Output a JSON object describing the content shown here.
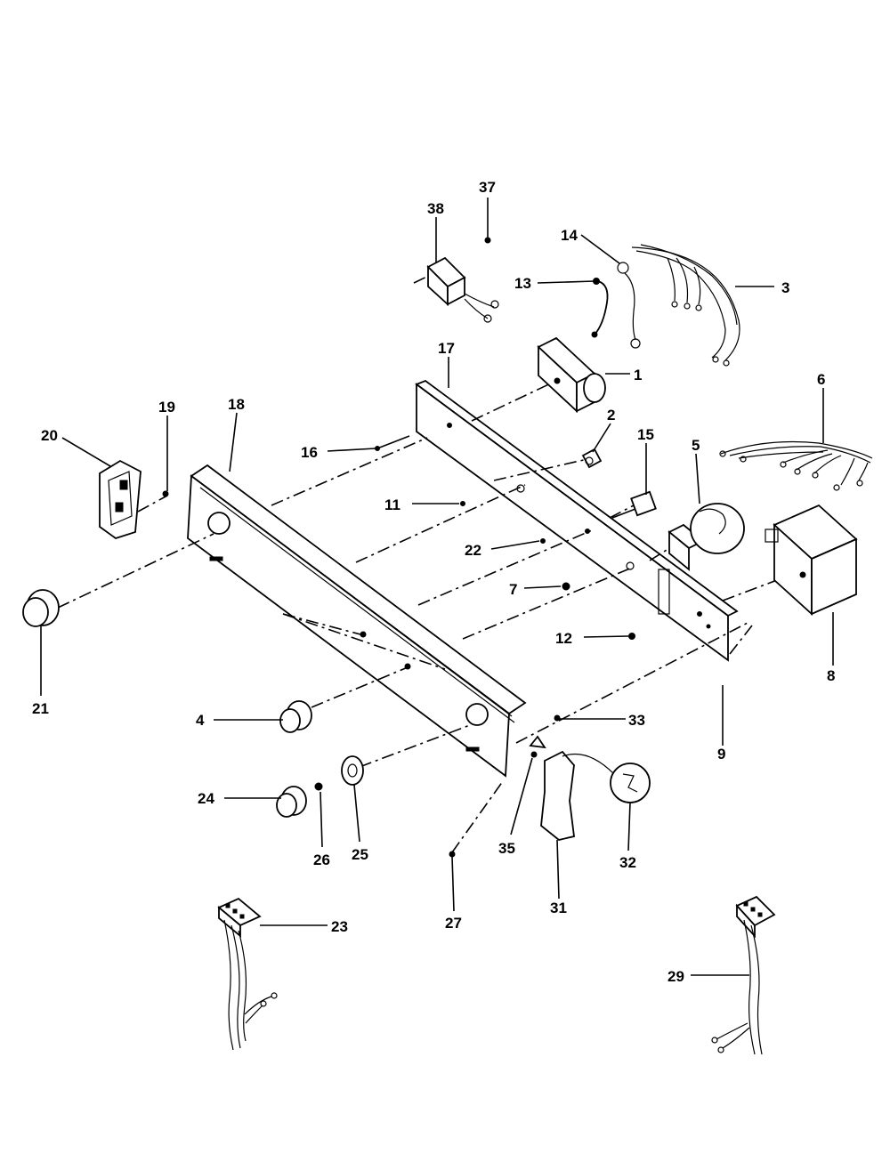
{
  "diagram": {
    "callouts": [
      {
        "id": "c37",
        "text": "37"
      },
      {
        "id": "c38",
        "text": "38"
      },
      {
        "id": "c14",
        "text": "14"
      },
      {
        "id": "c13",
        "text": "13"
      },
      {
        "id": "c3",
        "text": "3"
      },
      {
        "id": "c17",
        "text": "17"
      },
      {
        "id": "c1",
        "text": "1"
      },
      {
        "id": "c6",
        "text": "6"
      },
      {
        "id": "c19",
        "text": "19"
      },
      {
        "id": "c18",
        "text": "18"
      },
      {
        "id": "c2",
        "text": "2"
      },
      {
        "id": "c20",
        "text": "20"
      },
      {
        "id": "c16",
        "text": "16"
      },
      {
        "id": "c15",
        "text": "15"
      },
      {
        "id": "c5",
        "text": "5"
      },
      {
        "id": "c11",
        "text": "11"
      },
      {
        "id": "c22",
        "text": "22"
      },
      {
        "id": "c7",
        "text": "7"
      },
      {
        "id": "c12",
        "text": "12"
      },
      {
        "id": "c8",
        "text": "8"
      },
      {
        "id": "c21",
        "text": "21"
      },
      {
        "id": "c4",
        "text": "4"
      },
      {
        "id": "c33",
        "text": "33"
      },
      {
        "id": "c9",
        "text": "9"
      },
      {
        "id": "c24",
        "text": "24"
      },
      {
        "id": "c26",
        "text": "26"
      },
      {
        "id": "c25",
        "text": "25"
      },
      {
        "id": "c35",
        "text": "35"
      },
      {
        "id": "c32",
        "text": "32"
      },
      {
        "id": "c31",
        "text": "31"
      },
      {
        "id": "c27",
        "text": "27"
      },
      {
        "id": "c23",
        "text": "23"
      },
      {
        "id": "c29",
        "text": "29"
      }
    ]
  }
}
